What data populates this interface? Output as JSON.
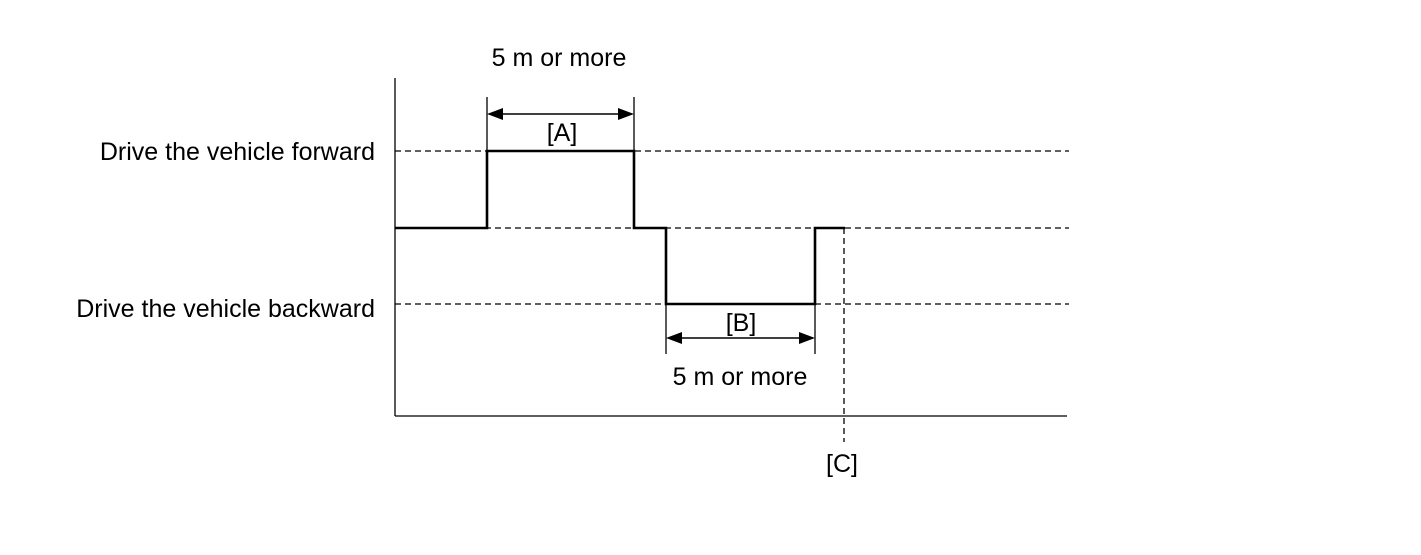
{
  "labels": {
    "forward": "Drive the vehicle forward",
    "backward": "Drive the vehicle backward",
    "dim_top": "5 m or more",
    "dim_bottom": "5 m or more",
    "marker_a": "[A]",
    "marker_b": "[B]",
    "marker_c": "[C]"
  }
}
